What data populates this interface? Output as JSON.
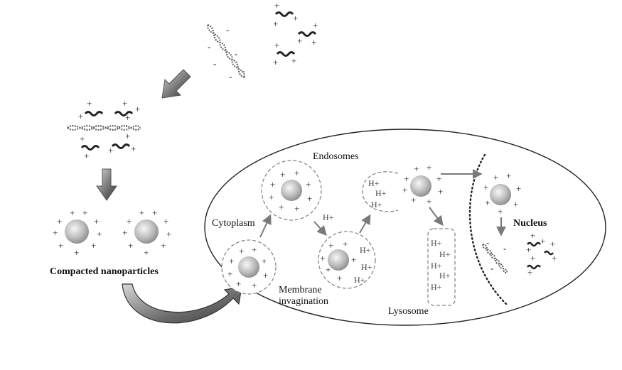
{
  "labels": {
    "endosomes": "Endosomes",
    "cytoplasm": "Cytoplasm",
    "nucleus": "Nucleus",
    "compacted": "Compacted nanoparticles",
    "membrane_line1": "Membrane",
    "membrane_line2": "invagination",
    "lysosome": "Lysosome",
    "proton": "H+"
  },
  "colors": {
    "arrow": "#7a7a7a",
    "outline": "#333333",
    "dashed": "#888888",
    "particle_center": "#f4f4f4",
    "particle_edge": "#8a8a8a"
  }
}
